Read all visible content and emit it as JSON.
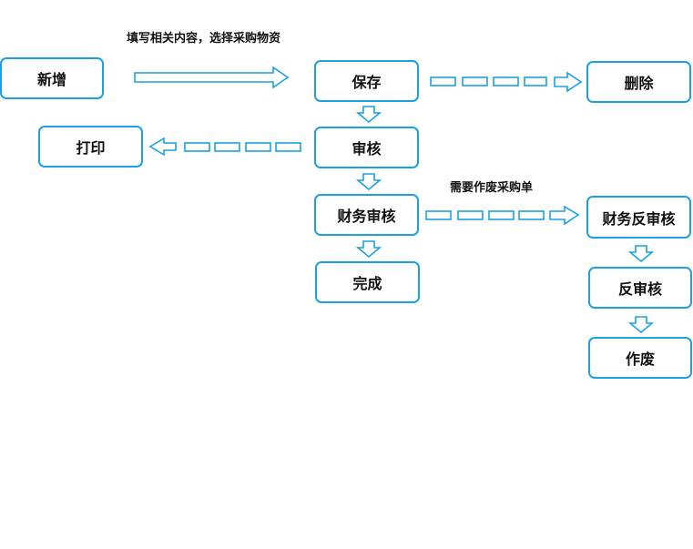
{
  "nodes": {
    "new": "新增",
    "save": "保存",
    "delete": "删除",
    "print": "打印",
    "audit": "审核",
    "finance_audit": "财务审核",
    "complete": "完成",
    "finance_reverse_audit": "财务反审核",
    "reverse_audit": "反审核",
    "void": "作废"
  },
  "notes": {
    "fill_in": "填写相关内容，选择采购物资",
    "need_void": "需要作废采购单"
  },
  "colors": {
    "accent": "#1ba1e2",
    "text": "#111111"
  }
}
